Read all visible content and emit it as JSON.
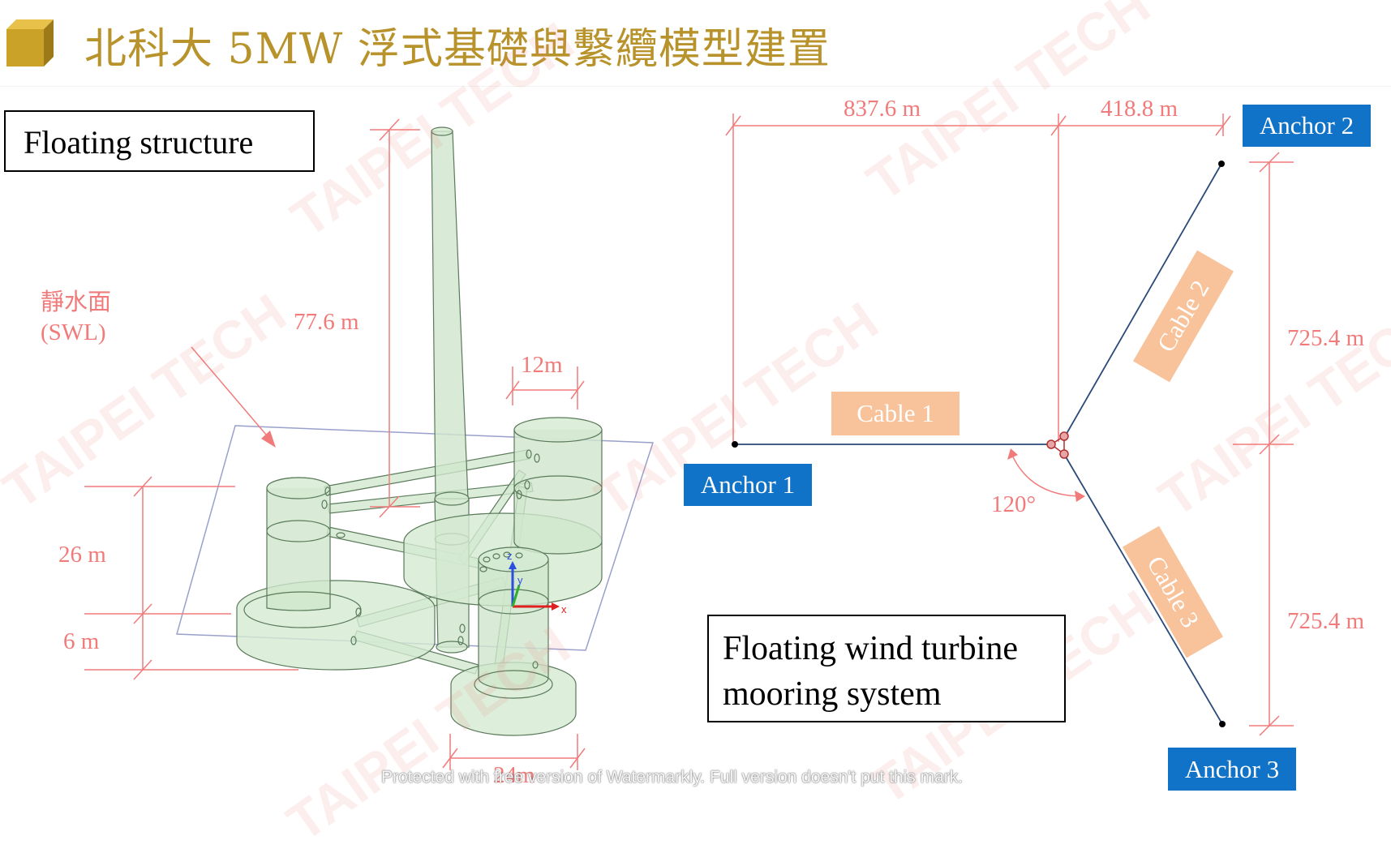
{
  "header": {
    "title": "北科大 5MW 浮式基礎與繫纜模型建置"
  },
  "colors": {
    "title": "#b8932c",
    "dimension": "#f17b7b",
    "anchor": "#1173c7",
    "cable_label": "#f8c39b",
    "cable_line": "#2a4a7a",
    "structure": "#cfe6cc"
  },
  "structure_panel": {
    "caption": "Floating structure",
    "swl_label_line1": "靜水面",
    "swl_label_line2": "(SWL)",
    "dim_tower_height": "77.6 m",
    "dim_column_diameter": "12m",
    "dim_column_height": "26 m",
    "dim_heave_plate_height": "6 m",
    "dim_heave_plate_diameter": "24m",
    "axis_x": "x",
    "axis_y": "y",
    "axis_z": "z"
  },
  "mooring_panel": {
    "caption_line1": "Floating wind turbine",
    "caption_line2": "mooring system",
    "dim_left_span": "837.6 m",
    "dim_right_span": "418.8 m",
    "dim_upper_vertical": "725.4 m",
    "dim_lower_vertical": "725.4 m",
    "angle": "120°",
    "anchors": [
      "Anchor  1",
      "Anchor  2",
      "Anchor  3"
    ],
    "cables": [
      "Cable  1",
      "Cable  2",
      "Cable  3"
    ]
  },
  "watermark": {
    "text": "TAIPEI TECH",
    "footer": "Protected with free version of Watermarkly. Full version doesn't put this mark."
  }
}
